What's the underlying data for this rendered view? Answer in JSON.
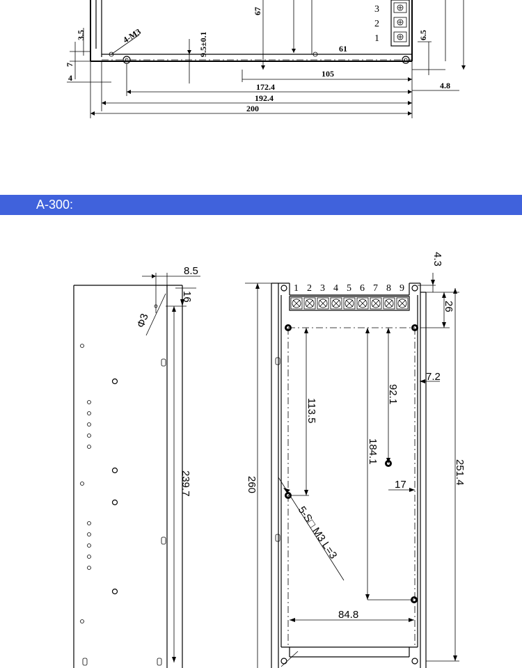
{
  "section": {
    "title": "A-300:"
  },
  "top_drawing": {
    "terminals": [
      "3",
      "2",
      "1"
    ],
    "dims": {
      "d67": "67",
      "d35": "3.5",
      "m3": "4-M3",
      "d95": "9.5±0.1",
      "d61": "61",
      "d65": "6.5",
      "d7": "7",
      "d4": "4",
      "d105": "105",
      "d1724": "172.4",
      "d1924": "192.4",
      "d200": "200",
      "d48": "4.8"
    }
  },
  "bottom_drawing": {
    "terminal_numbers": [
      "1",
      "2",
      "3",
      "4",
      "5",
      "6",
      "7",
      "8",
      "9"
    ],
    "dims": {
      "d85": "8.5",
      "d16": "16",
      "phi3": "Φ3",
      "d2397": "239.7",
      "d260": "260",
      "d43": "4.3",
      "d26": "26",
      "d72": "7.2",
      "d921": "92.1",
      "d1135": "113.5",
      "d1841": "184.1",
      "d2514": "251.4",
      "d17": "17",
      "screw": "5-S□ M3 L=3",
      "d848": "84.8"
    }
  }
}
